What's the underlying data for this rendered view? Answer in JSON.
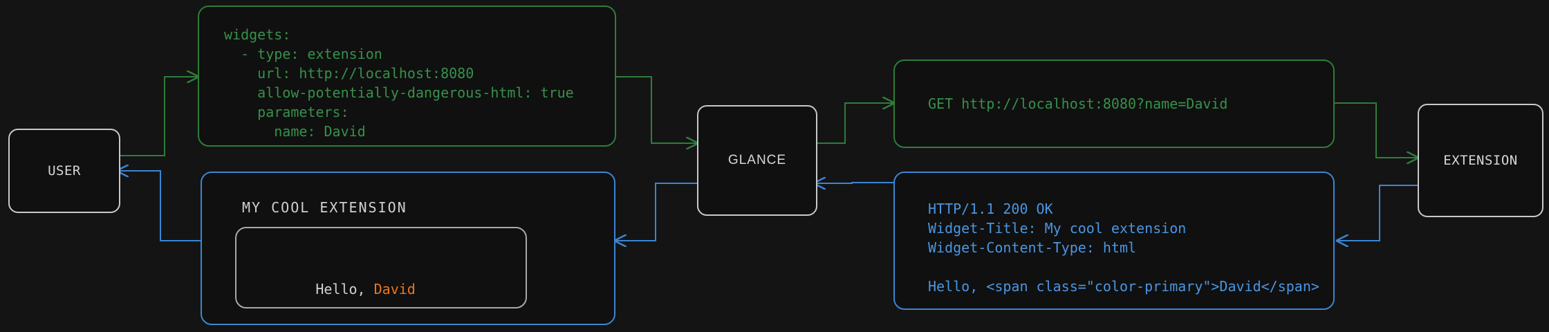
{
  "theme": {
    "background": "#141414",
    "node_border": "#c9c9c9",
    "node_text": "#d7d7d7",
    "request_color": "#37914a",
    "response_color": "#4a96e2",
    "accent_color": "#f0751f",
    "widget_border": "#a9a9a9"
  },
  "nodes": [
    {
      "id": "user",
      "label": "USER"
    },
    {
      "id": "glance",
      "label": "GLANCE"
    },
    {
      "id": "extension",
      "label": "EXTENSION"
    }
  ],
  "callouts": {
    "config": {
      "kind": "yaml-config",
      "color": "#37914a",
      "lines": [
        "widgets:",
        "  - type: extension",
        "    url: http://localhost:8080",
        "    allow-potentially-dangerous-html: true",
        "    parameters:",
        "      name: David"
      ]
    },
    "request": {
      "kind": "http-request",
      "color": "#37914a",
      "lines": [
        "GET http://localhost:8080?name=David"
      ]
    },
    "response": {
      "kind": "http-response",
      "color": "#4a96e2",
      "lines": [
        "HTTP/1.1 200 OK",
        "Widget-Title: My cool extension",
        "Widget-Content-Type: html",
        "",
        "Hello, <span class=\"color-primary\">David</span>"
      ]
    },
    "rendered_widget": {
      "kind": "rendered-widget",
      "color": "#4a96e2",
      "title": "MY COOL EXTENSION",
      "body_prefix": "Hello, ",
      "body_accent": "David"
    }
  },
  "edges": [
    {
      "id": "user-to-config",
      "from": "user",
      "to": "config",
      "color": "#2f7d3b",
      "direction": "forward"
    },
    {
      "id": "config-to-glance",
      "from": "config",
      "to": "glance",
      "color": "#2f7d3b",
      "direction": "forward"
    },
    {
      "id": "glance-to-request",
      "from": "glance",
      "to": "request",
      "color": "#2f7d3b",
      "direction": "forward"
    },
    {
      "id": "request-to-extension",
      "from": "request",
      "to": "extension",
      "color": "#2f7d3b",
      "direction": "forward"
    },
    {
      "id": "extension-to-response",
      "from": "extension",
      "to": "response",
      "color": "#3b86d4",
      "direction": "backward"
    },
    {
      "id": "response-to-glance",
      "from": "response",
      "to": "glance",
      "color": "#3b86d4",
      "direction": "backward"
    },
    {
      "id": "glance-to-widget",
      "from": "glance",
      "to": "rendered_widget",
      "color": "#3b86d4",
      "direction": "backward"
    },
    {
      "id": "widget-to-user",
      "from": "rendered_widget",
      "to": "user",
      "color": "#3b86d4",
      "direction": "backward"
    }
  ]
}
